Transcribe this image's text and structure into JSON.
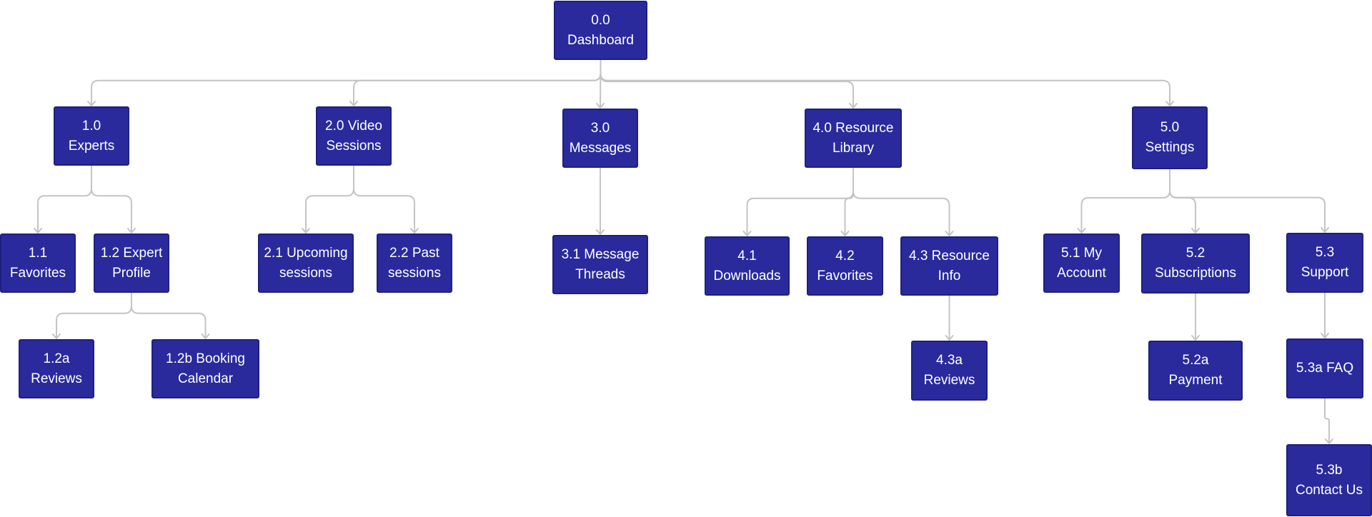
{
  "nodes": {
    "n0": {
      "line1": "0.0",
      "line2": "Dashboard"
    },
    "n1": {
      "line1": "1.0",
      "line2": "Experts"
    },
    "n2": {
      "line1": "2.0 Video",
      "line2": "Sessions"
    },
    "n3": {
      "line1": "3.0",
      "line2": "Messages"
    },
    "n4": {
      "line1": "4.0 Resource",
      "line2": "Library"
    },
    "n5": {
      "line1": "5.0",
      "line2": "Settings"
    },
    "n11": {
      "line1": "1.1",
      "line2": "Favorites"
    },
    "n12": {
      "line1": "1.2 Expert",
      "line2": "Profile"
    },
    "n12a": {
      "line1": "1.2a",
      "line2": "Reviews"
    },
    "n12b": {
      "line1": "1.2b Booking",
      "line2": "Calendar"
    },
    "n21": {
      "line1": "2.1 Upcoming",
      "line2": "sessions"
    },
    "n22": {
      "line1": "2.2 Past",
      "line2": "sessions"
    },
    "n31": {
      "line1": "3.1 Message",
      "line2": "Threads"
    },
    "n41": {
      "line1": "4.1",
      "line2": "Downloads"
    },
    "n42": {
      "line1": "4.2",
      "line2": "Favorites"
    },
    "n43": {
      "line1": "4.3 Resource",
      "line2": "Info"
    },
    "n43a": {
      "line1": "4.3a",
      "line2": "Reviews"
    },
    "n51": {
      "line1": "5.1 My",
      "line2": "Account"
    },
    "n52": {
      "line1": "5.2",
      "line2": "Subscriptions"
    },
    "n52a": {
      "line1": "5.2a",
      "line2": "Payment"
    },
    "n53": {
      "line1": "5.3",
      "line2": "Support"
    },
    "n53a": {
      "line1": "5.3a FAQ",
      "line2": ""
    },
    "n53b": {
      "line1": "5.3b",
      "line2": "Contact Us"
    }
  },
  "edges": [
    [
      "n0",
      "n1"
    ],
    [
      "n0",
      "n2"
    ],
    [
      "n0",
      "n3"
    ],
    [
      "n0",
      "n4"
    ],
    [
      "n0",
      "n5"
    ],
    [
      "n1",
      "n11"
    ],
    [
      "n1",
      "n12"
    ],
    [
      "n12",
      "n12a"
    ],
    [
      "n12",
      "n12b"
    ],
    [
      "n2",
      "n21"
    ],
    [
      "n2",
      "n22"
    ],
    [
      "n3",
      "n31"
    ],
    [
      "n4",
      "n41"
    ],
    [
      "n4",
      "n42"
    ],
    [
      "n4",
      "n43"
    ],
    [
      "n43",
      "n43a"
    ],
    [
      "n5",
      "n51"
    ],
    [
      "n5",
      "n52"
    ],
    [
      "n5",
      "n53"
    ],
    [
      "n52",
      "n52a"
    ],
    [
      "n53",
      "n53a"
    ],
    [
      "n53a",
      "n53b"
    ]
  ]
}
